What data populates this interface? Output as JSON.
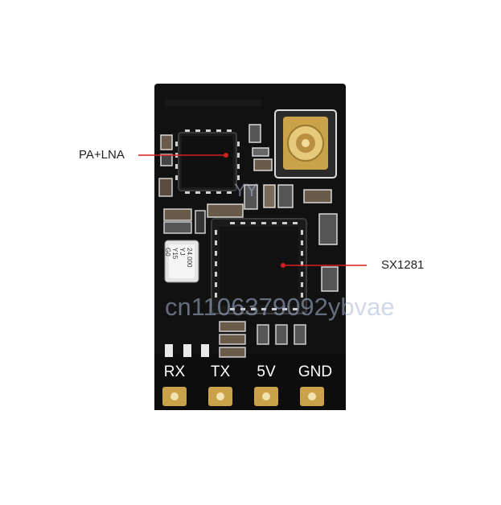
{
  "callouts": {
    "pa_lna": "PA+LNA",
    "chip": "SX1281"
  },
  "pins": [
    "RX",
    "TX",
    "5V",
    "GND"
  ],
  "crystal": {
    "line1": "24.000",
    "line2": "YJ",
    "line3": "Y15",
    "line4": "G0"
  },
  "watermark": {
    "small": "YY",
    "main": "cn1106379092ybvae"
  },
  "colors": {
    "board": "#111111",
    "pad_gold": "#c9a24a",
    "callout_line": "#d61f1f"
  }
}
